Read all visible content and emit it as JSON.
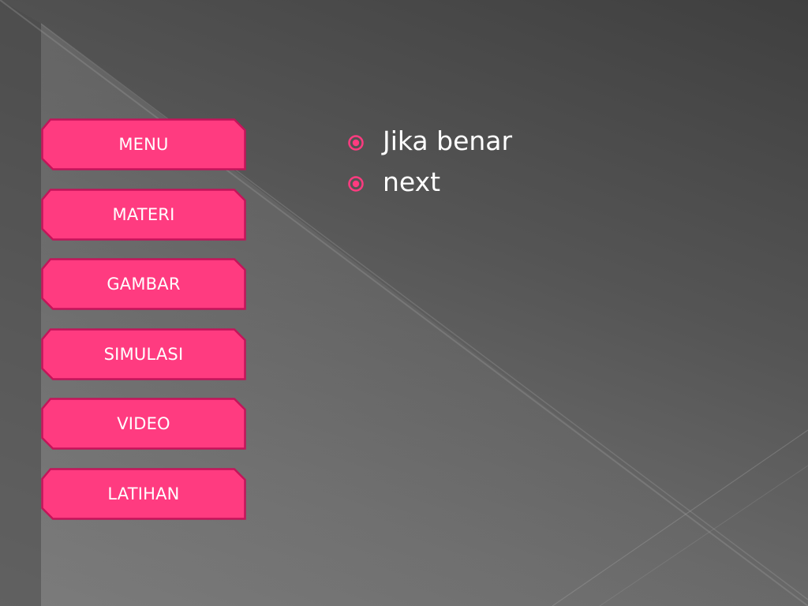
{
  "colors": {
    "button_fill": "#ff3b80",
    "button_border": "#c4145a",
    "bullet": "#ff3b80",
    "text": "#ffffff"
  },
  "nav": {
    "items": [
      {
        "label": "MENU"
      },
      {
        "label": "MATERI"
      },
      {
        "label": "GAMBAR"
      },
      {
        "label": "SIMULASI"
      },
      {
        "label": "VIDEO"
      },
      {
        "label": "LATIHAN"
      }
    ]
  },
  "content": {
    "bullets": [
      {
        "text": "Jika benar",
        "icon": "target-bullet-icon"
      },
      {
        "text": "next",
        "icon": "target-bullet-icon"
      }
    ]
  }
}
